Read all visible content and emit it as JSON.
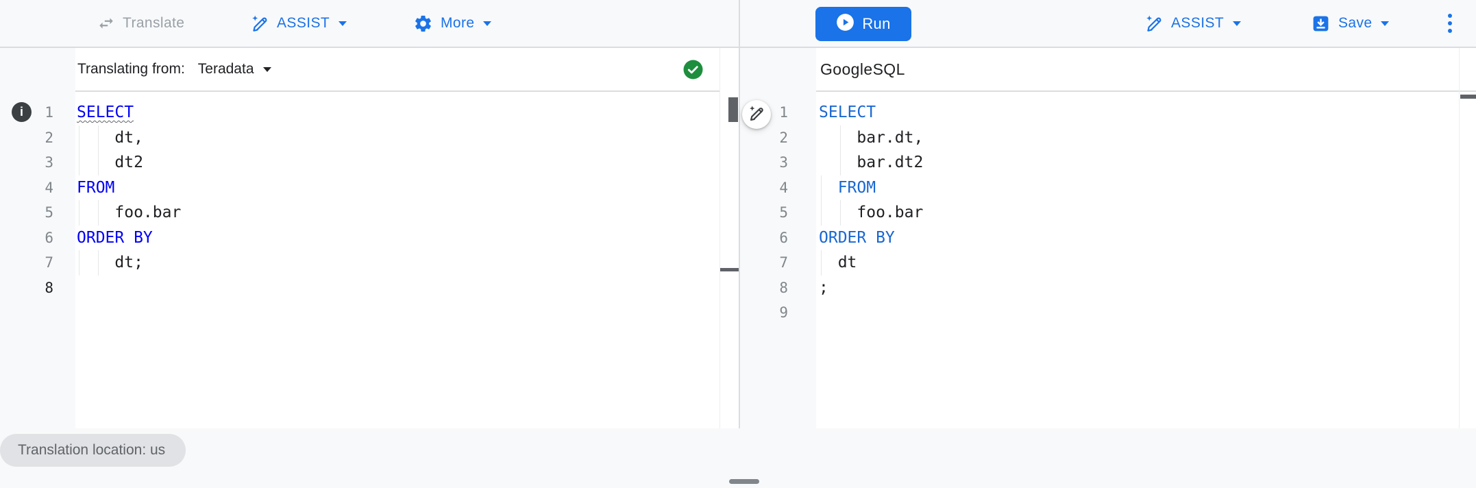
{
  "toolbar_left": {
    "translate_label": "Translate",
    "assist_label": "ASSIST",
    "more_label": "More"
  },
  "toolbar_right": {
    "run_label": "Run",
    "assist_label": "ASSIST",
    "save_label": "Save"
  },
  "left_editor": {
    "header_prefix": "Translating from:",
    "dialect": "Teradata",
    "lines": [
      {
        "num": "1",
        "guides": [],
        "tokens": [
          {
            "t": "SELECT",
            "k": true,
            "squiggle": true
          }
        ]
      },
      {
        "num": "2",
        "guides": [
          0,
          2
        ],
        "tokens": [
          {
            "t": "    dt,"
          }
        ]
      },
      {
        "num": "3",
        "guides": [
          0,
          2
        ],
        "tokens": [
          {
            "t": "    dt2"
          }
        ]
      },
      {
        "num": "4",
        "guides": [],
        "tokens": [
          {
            "t": "FROM",
            "k": true
          }
        ]
      },
      {
        "num": "5",
        "guides": [
          0,
          2
        ],
        "tokens": [
          {
            "t": "    foo.bar"
          }
        ]
      },
      {
        "num": "6",
        "guides": [],
        "tokens": [
          {
            "t": "ORDER BY",
            "k": true
          }
        ]
      },
      {
        "num": "7",
        "guides": [
          0,
          2
        ],
        "tokens": [
          {
            "t": "    dt;"
          }
        ]
      },
      {
        "num": "8",
        "active": true,
        "guides": [],
        "tokens": []
      }
    ]
  },
  "right_editor": {
    "header_label": "GoogleSQL",
    "lines": [
      {
        "num": "1",
        "guides": [],
        "tokens": [
          {
            "t": "SELECT",
            "k": true
          }
        ]
      },
      {
        "num": "2",
        "guides": [
          2
        ],
        "tokens": [
          {
            "t": "    bar.dt,"
          }
        ]
      },
      {
        "num": "3",
        "guides": [
          2
        ],
        "tokens": [
          {
            "t": "    bar.dt2"
          }
        ]
      },
      {
        "num": "4",
        "guides": [
          0
        ],
        "tokens": [
          {
            "t": "  FROM",
            "k": true
          }
        ]
      },
      {
        "num": "5",
        "guides": [
          0,
          2
        ],
        "tokens": [
          {
            "t": "    foo.bar"
          }
        ]
      },
      {
        "num": "6",
        "guides": [],
        "tokens": [
          {
            "t": "ORDER BY",
            "k": true
          }
        ]
      },
      {
        "num": "7",
        "guides": [
          0
        ],
        "tokens": [
          {
            "t": "  dt"
          }
        ]
      },
      {
        "num": "8",
        "guides": [],
        "tokens": [
          {
            "t": ";"
          }
        ]
      },
      {
        "num": "9",
        "guides": [],
        "tokens": []
      }
    ]
  },
  "footer": {
    "location_chip": "Translation location: us"
  },
  "icons": {
    "translate": "swap-horizontal",
    "assist": "pen-sparkle",
    "more": "gear",
    "run": "play-circle",
    "save": "save-arrow-box",
    "overflow": "kebab-vertical",
    "translation_status": "check-circle",
    "lint_marker": "info-circle",
    "info_glyph": "i"
  },
  "colors": {
    "accent": "#1a73e8",
    "keyword_left": "#0000f5",
    "keyword_right": "#1967d2",
    "check_green": "#1e8e3e",
    "disabled_text": "#9aa0a6",
    "text": "#202124",
    "line_number": "#80868b"
  }
}
